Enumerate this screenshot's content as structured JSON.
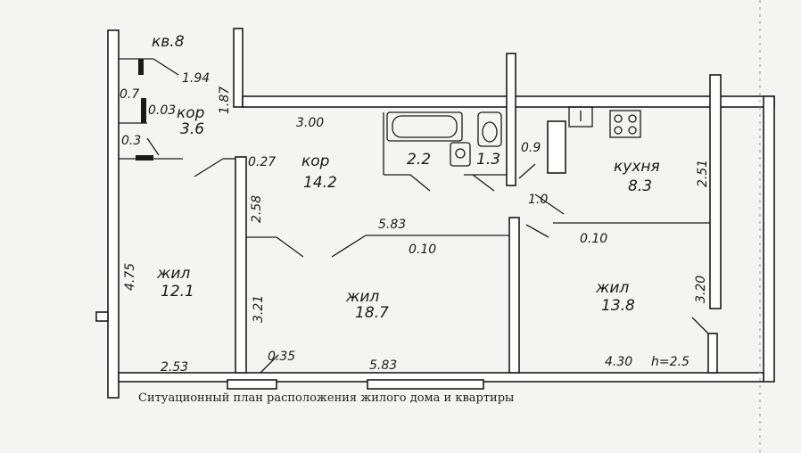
{
  "plan": {
    "apartment": "кв.8",
    "caption": "Ситуационный план расположения жилого дома и квартиры",
    "rooms": {
      "corridor_small": {
        "name": "кор",
        "area": "3.6"
      },
      "corridor_main": {
        "name": "кор",
        "area": "14.2"
      },
      "bath": {
        "area": "2.2"
      },
      "toilet": {
        "area": "1.3"
      },
      "kitchen": {
        "name": "кухня",
        "area": "8.3"
      },
      "living_left": {
        "name": "жил",
        "area": "12.1"
      },
      "living_center": {
        "name": "жил",
        "area": "18.7"
      },
      "living_right": {
        "name": "жил",
        "area": "13.8"
      }
    },
    "dimensions": {
      "d_1_94": "1.94",
      "d_1_87": "1.87",
      "d_0_7": "0.7",
      "d_0_03": "0.03",
      "d_0_3": "0.3",
      "d_3_00": "3.00",
      "d_0_27": "0.27",
      "d_2_58": "2.58",
      "d_0_9": "0.9",
      "d_1_0": "1.0",
      "d_2_51": "2.51",
      "d_5_83_upper": "5.83",
      "d_0_10_center": "0.10",
      "d_0_10_right": "0.10",
      "d_4_75": "4.75",
      "d_3_21": "3.21",
      "d_3_20": "3.20",
      "d_2_53": "2.53",
      "d_0_35": "0.35",
      "d_5_83_lower": "5.83",
      "d_4_30": "4.30",
      "height": "h=2.5"
    }
  }
}
